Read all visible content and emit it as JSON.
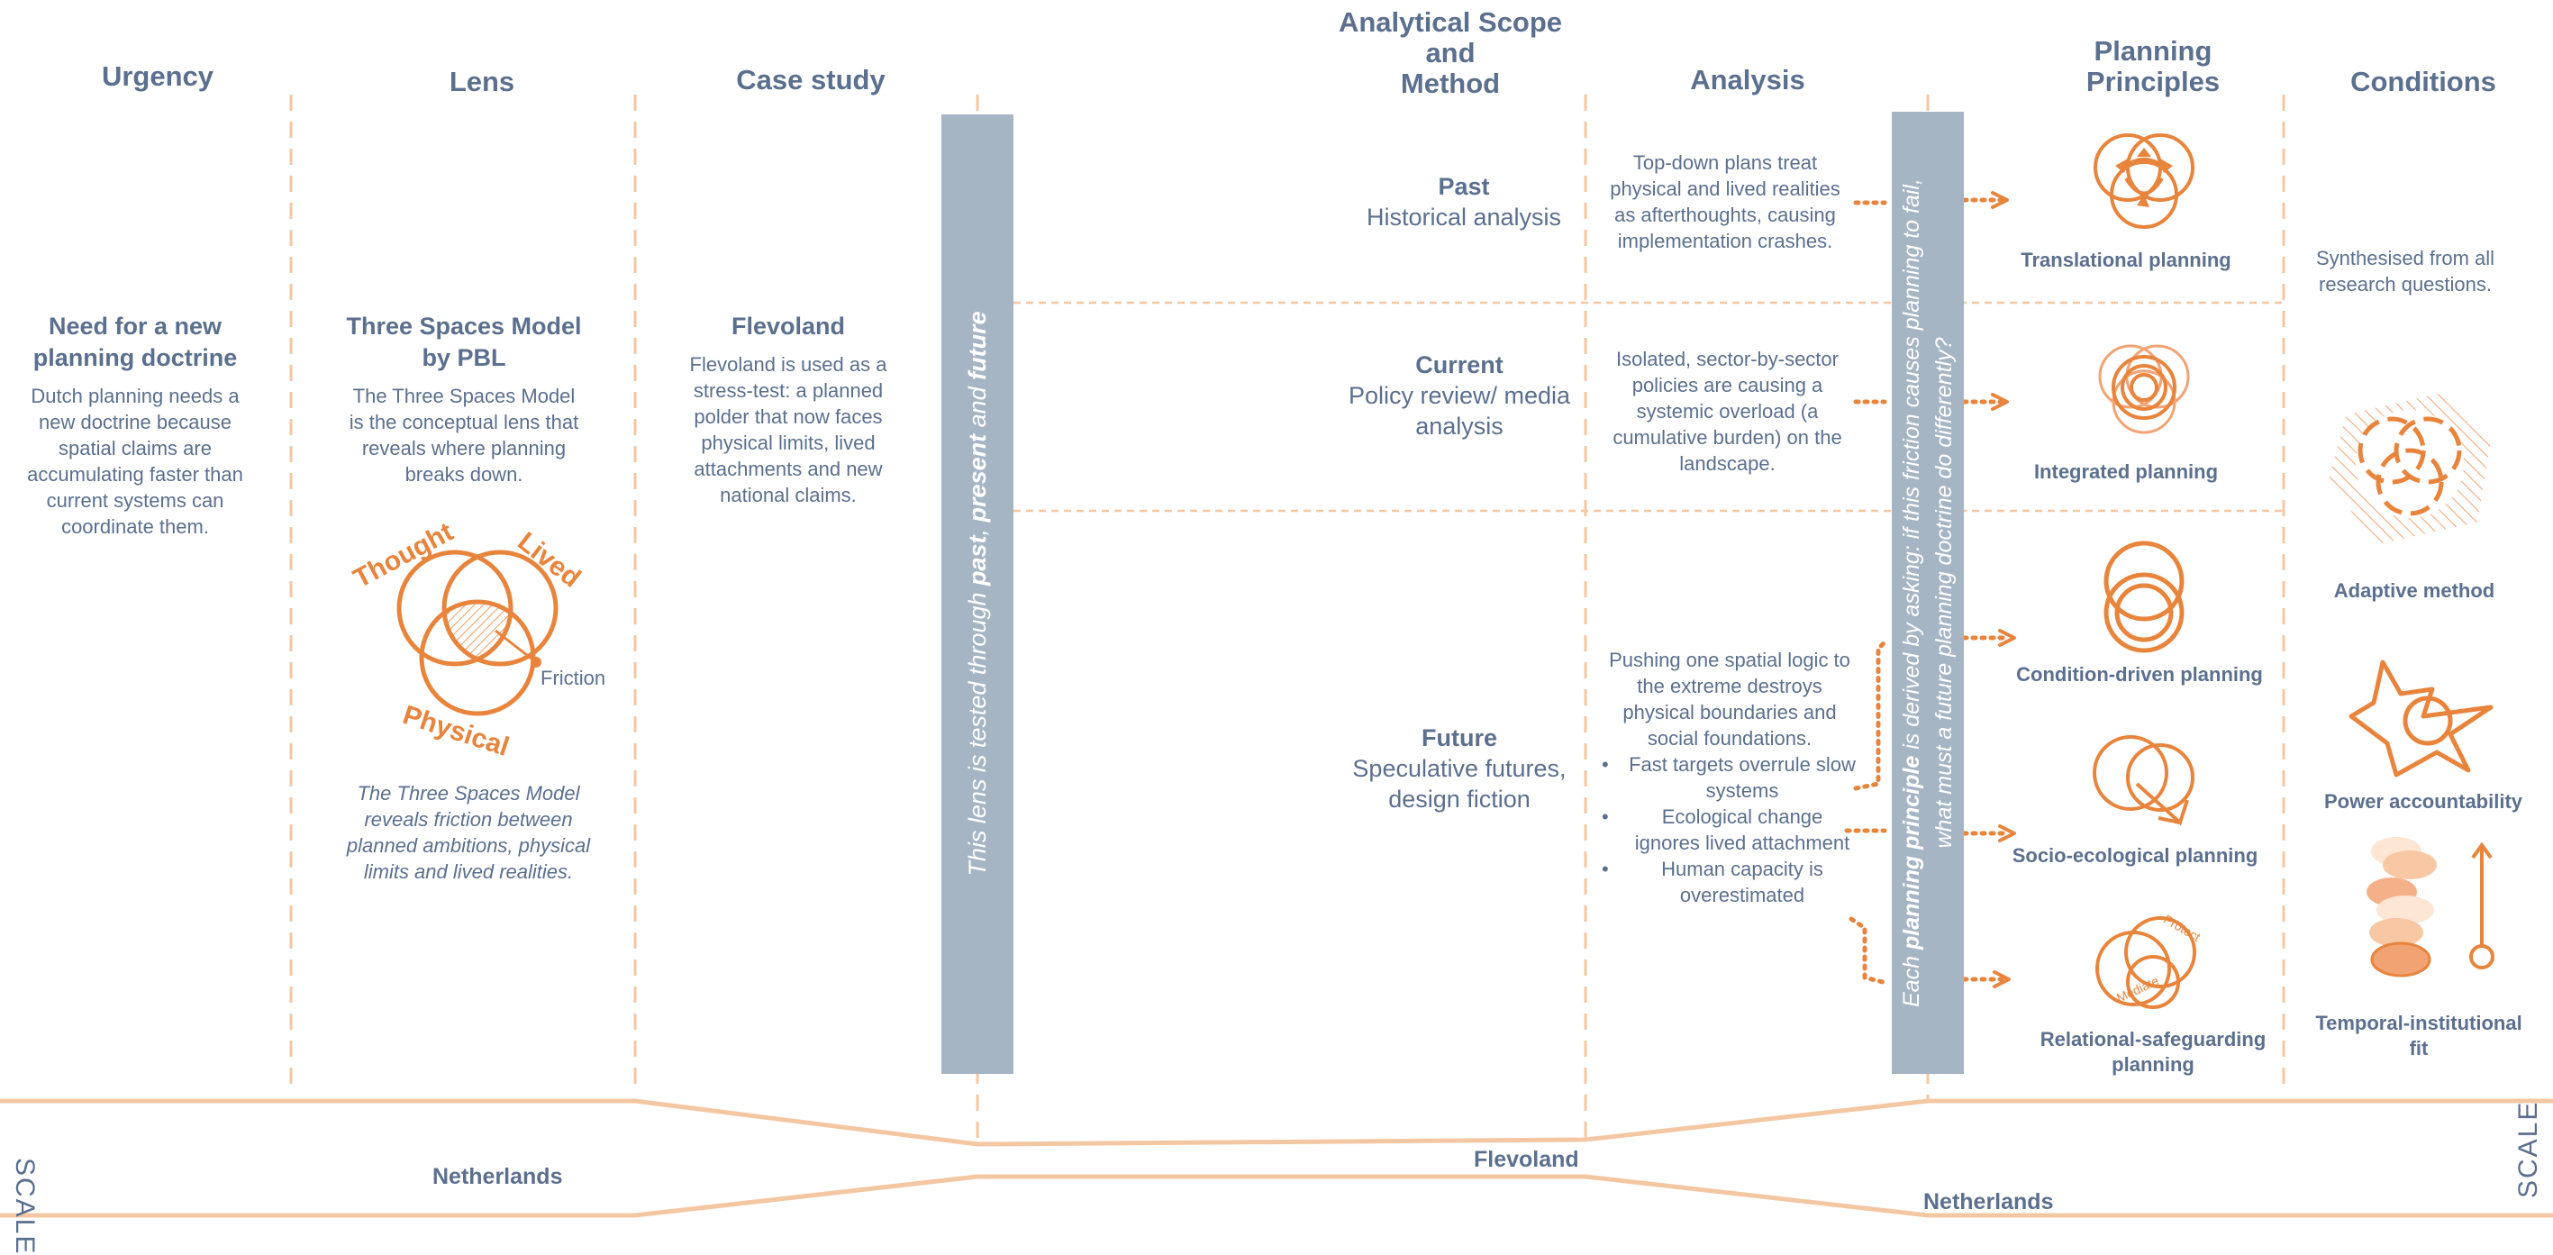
{
  "headers": {
    "urgency": "Urgency",
    "lens": "Lens",
    "case_study": "Case study",
    "scope": "Analytical Scope\nand\nMethod",
    "analysis": "Analysis",
    "principles": "Planning\nPrinciples",
    "conditions": "Conditions"
  },
  "urgency": {
    "title": "Need for a new planning doctrine",
    "body": "Dutch planning needs a new doctrine because spatial claims are accumulating faster than current systems can coordinate them."
  },
  "lens": {
    "title": "Three Spaces Model by PBL",
    "body": "The Three Spaces Model is the conceptual lens that reveals where planning breaks down.",
    "diagram_labels": {
      "thought": "Thought",
      "lived": "Lived",
      "physical": "Physical",
      "friction": "Friction"
    },
    "caption": "The Three Spaces Model reveals friction between planned ambitions, physical limits and lived realities."
  },
  "case_study": {
    "title": "Flevoland",
    "body": "Flevoland is used as a stress-test: a planned polder that now faces physical limits, lived attachments and new national claims."
  },
  "vertical_bar_1": {
    "prefix": "This lens is tested through ",
    "bold1": "past",
    "mid1": ", ",
    "bold2": "present",
    "mid2": " and ",
    "bold3": "future"
  },
  "scope": {
    "past": {
      "name": "Past",
      "method": "Historical analysis"
    },
    "current": {
      "name": "Current",
      "method": "Policy review/ media analysis"
    },
    "future": {
      "name": "Future",
      "method": "Speculative futures, design fiction"
    }
  },
  "analysis": {
    "past": "Top-down plans treat physical and lived realities as afterthoughts, causing implementation crashes.",
    "current": "Isolated, sector-by-sector policies are causing a systemic overload (a cumulative burden) on the landscape.",
    "future_intro": "Pushing one spatial logic to the extreme destroys physical boundaries and social foundations.",
    "future_bullets": [
      "Fast targets overrule slow systems",
      "Ecological change ignores lived attachment",
      "Human capacity is overestimated"
    ]
  },
  "vertical_bar_2": {
    "line1_pre": "Each ",
    "line1_bold": "planning principle",
    "line1_post": " is derived by asking: if this friction causes planning to fail,",
    "line2": "what must a future planning doctrine do differently?"
  },
  "principles": [
    "Translational planning",
    "Integrated planning",
    "Condition-driven planning",
    "Socio-ecological planning",
    "Relational-safeguarding planning"
  ],
  "principle_icon_labels": {
    "protect": "Protect",
    "mediate": "Mediate"
  },
  "conditions": {
    "intro": "Synthesised from all research questions.",
    "items": [
      "Adaptive method",
      "Power accountability",
      "Temporal-institutional fit"
    ]
  },
  "scale": {
    "label_left": "SCALE",
    "label_right": "SCALE",
    "netherlands_left": "Netherlands",
    "flevoland": "Flevoland",
    "netherlands_right": "Netherlands"
  },
  "colors": {
    "orange": "#e8843c",
    "slate": "#5b6f8e",
    "bar": "#a6b5c4",
    "peach": "#f6c9a8"
  }
}
